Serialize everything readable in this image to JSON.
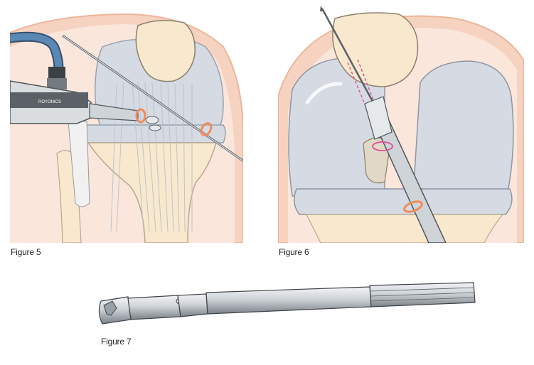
{
  "figures": [
    {
      "caption": "Figure 5",
      "instrument_brand": "ROYONICS"
    },
    {
      "caption": "Figure 6"
    },
    {
      "caption": "Figure 7"
    }
  ],
  "colors": {
    "skin": "#f6d3c1",
    "skin_edge": "#eeb59a",
    "bone": "#f8e8cd",
    "cartilage": "#d5dae3",
    "metal": "#cfd4d8",
    "metal_dark": "#5b6166",
    "highlight_ring": "#f08c5a",
    "dashed_pink": "#e0559c",
    "cable_blue": "#5a88b5"
  },
  "icons": [
    "arthroscope-icon",
    "guide-pin-icon",
    "reamer-icon"
  ]
}
